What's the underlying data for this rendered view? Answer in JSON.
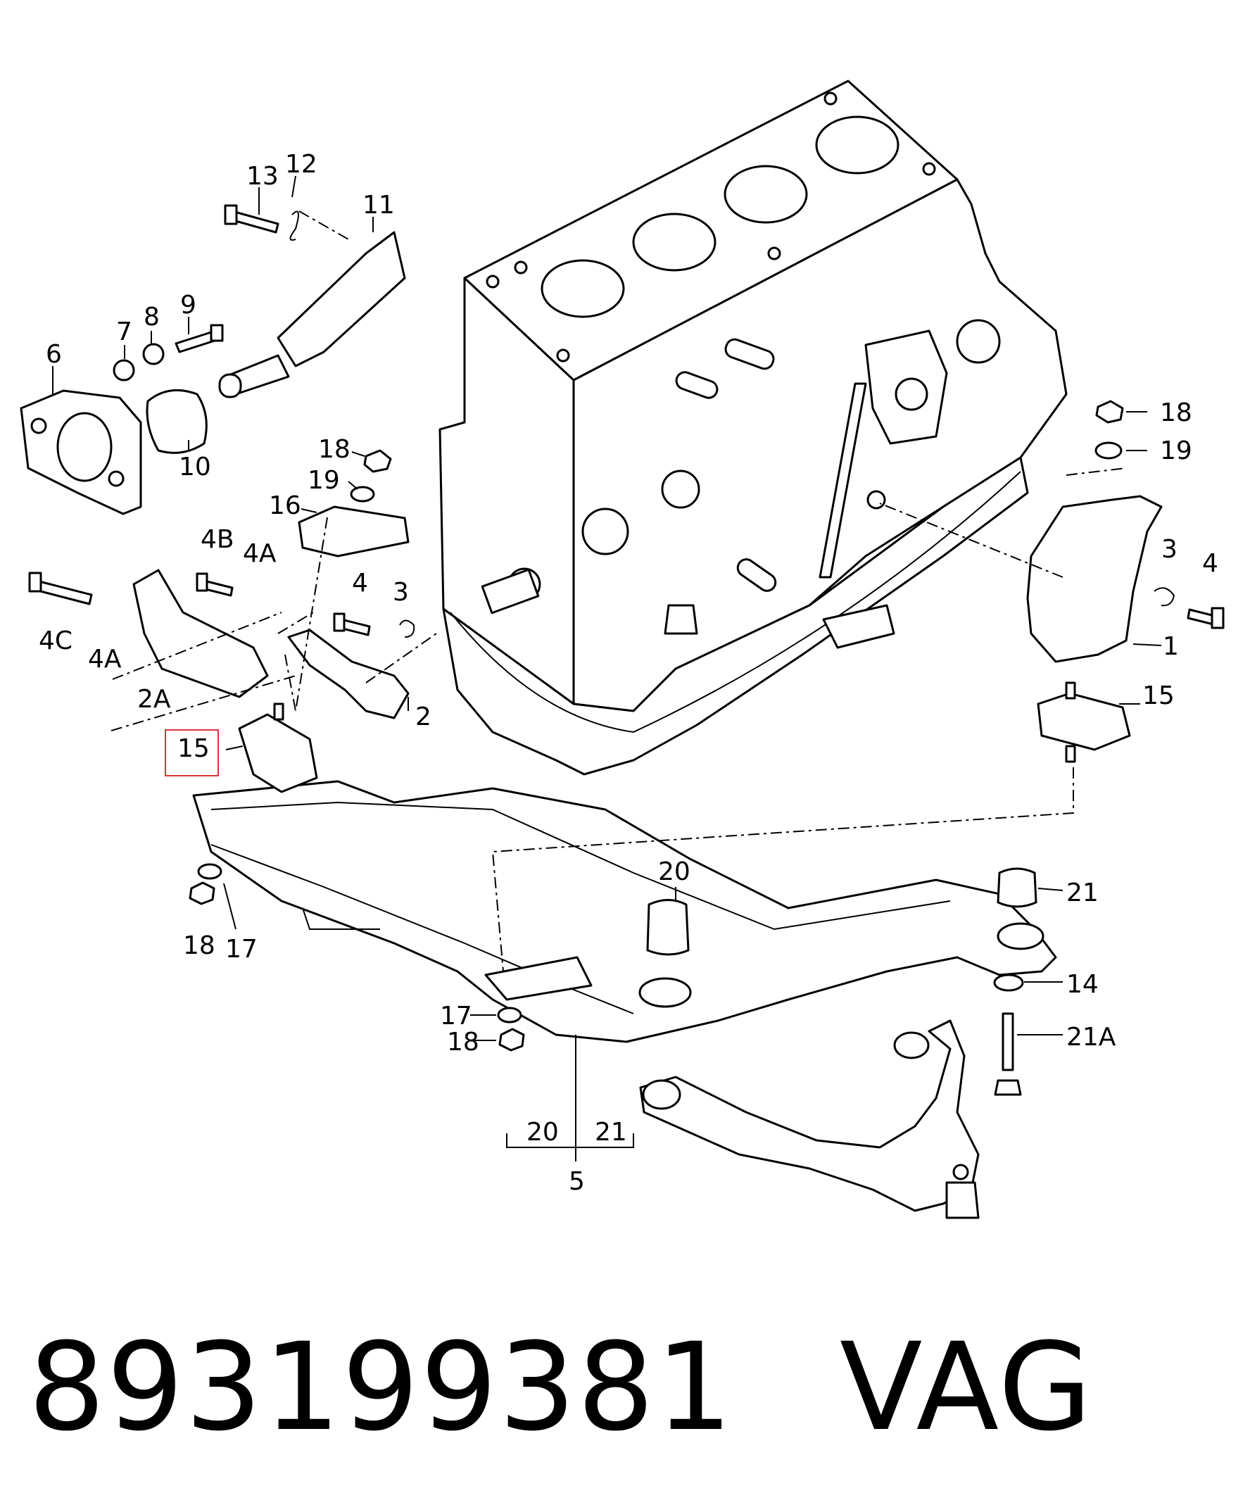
{
  "callouts": {
    "c1": "1",
    "c2": "2",
    "c2A": "2A",
    "c3a": "3",
    "c3b": "3",
    "c4a": "4",
    "c4b": "4",
    "c4A_top": "4A",
    "c4A_left": "4A",
    "c4B": "4B",
    "c4C": "4C",
    "c5": "5",
    "c6": "6",
    "c7": "7",
    "c8": "8",
    "c9": "9",
    "c10": "10",
    "c11": "11",
    "c12": "12",
    "c13": "13",
    "c14": "14",
    "c15_left": "15",
    "c15_right": "15",
    "c16": "16",
    "c17_left": "17",
    "c17_mid": "17",
    "c18_top": "18",
    "c18_right": "18",
    "c18_left": "18",
    "c18_mid": "18",
    "c19_top": "19",
    "c19_right": "19",
    "c20_top": "20",
    "c20_bracket": "20",
    "c21_right": "21",
    "c21_bracket": "21",
    "c21A": "21A"
  },
  "highlight_color": "#e0303a",
  "footer": {
    "part_number": "893199381",
    "brand": "VAG"
  }
}
